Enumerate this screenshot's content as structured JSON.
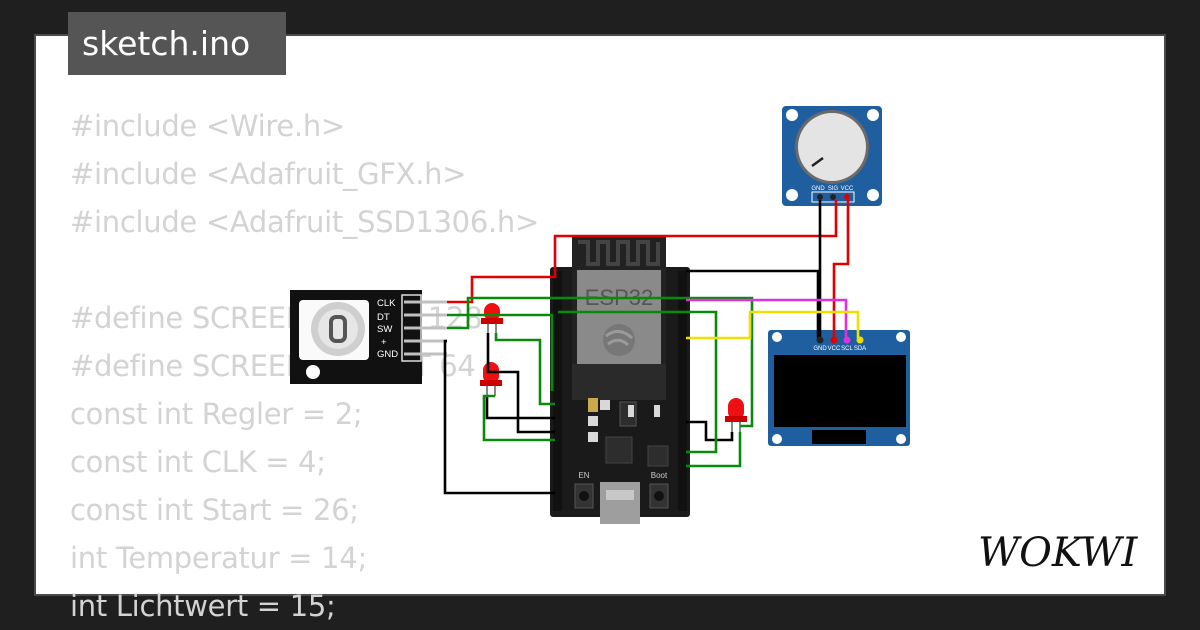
{
  "file": {
    "name": "sketch.ino"
  },
  "code_lines": [
    "#include <Wire.h>",
    "#include <Adafruit_GFX.h>",
    "#include <Adafruit_SSD1306.h>",
    "",
    "#define SCREEN_WIDTH 128",
    "#define SCREEN_HEIGHT 64",
    "const int Regler = 2;",
    "const int CLK = 4;",
    "const int Start = 26;",
    "int Temperatur = 14;",
    "int Lichtwert = 15;"
  ],
  "encoder": {
    "pins": [
      "CLK",
      "DT",
      "SW",
      "+",
      "GND"
    ]
  },
  "board": {
    "label": "ESP32",
    "buttons": [
      "EN",
      "Boot"
    ]
  },
  "potentiometer": {
    "pins": [
      "GND",
      "SIG",
      "VCC"
    ]
  },
  "oled": {
    "pins": [
      "GND",
      "VCC",
      "SCL",
      "SDA"
    ]
  },
  "brand": {
    "logo_text": "WOKWI"
  },
  "colors": {
    "background": "#1f1f1f",
    "card": "#ffffff",
    "tab": "#555555",
    "code": "#d3d3d3",
    "wire_red": "#e00000",
    "wire_green": "#0a8a0a",
    "wire_black": "#000000",
    "wire_yellow": "#f0e000",
    "wire_magenta": "#e030e0",
    "board": "#1a1a1a",
    "oled_pcb": "#1f5fa0",
    "pot_pcb": "#1f5fa0"
  }
}
